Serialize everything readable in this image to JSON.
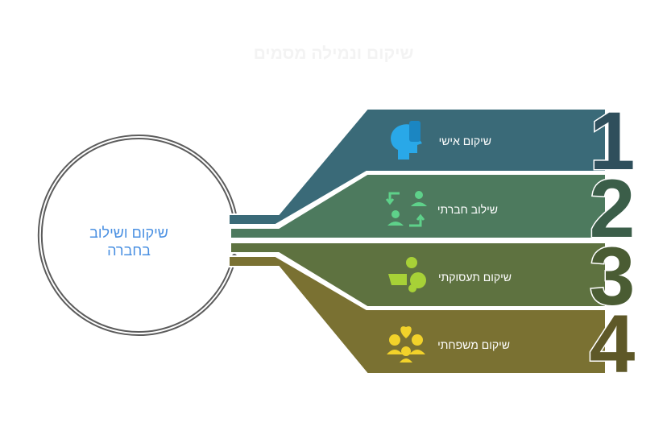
{
  "title": "שיקום ונמילה מסמים",
  "center": {
    "line1": "שיקום ושילוב",
    "line2": "בחברה"
  },
  "steps": [
    {
      "number": "1",
      "label": "שיקום אישי",
      "icon": "person-thinking-icon",
      "color": "#3a6a78"
    },
    {
      "number": "2",
      "label": "שילוב חברתי",
      "icon": "people-exchange-icon",
      "color": "#4d7a5e"
    },
    {
      "number": "3",
      "label": "שיקום תעסוקתי",
      "icon": "work-person-icon",
      "color": "#5e7240"
    },
    {
      "number": "4",
      "label": "שיקום משפחתי",
      "icon": "family-heart-icon",
      "color": "#7a7132"
    }
  ]
}
